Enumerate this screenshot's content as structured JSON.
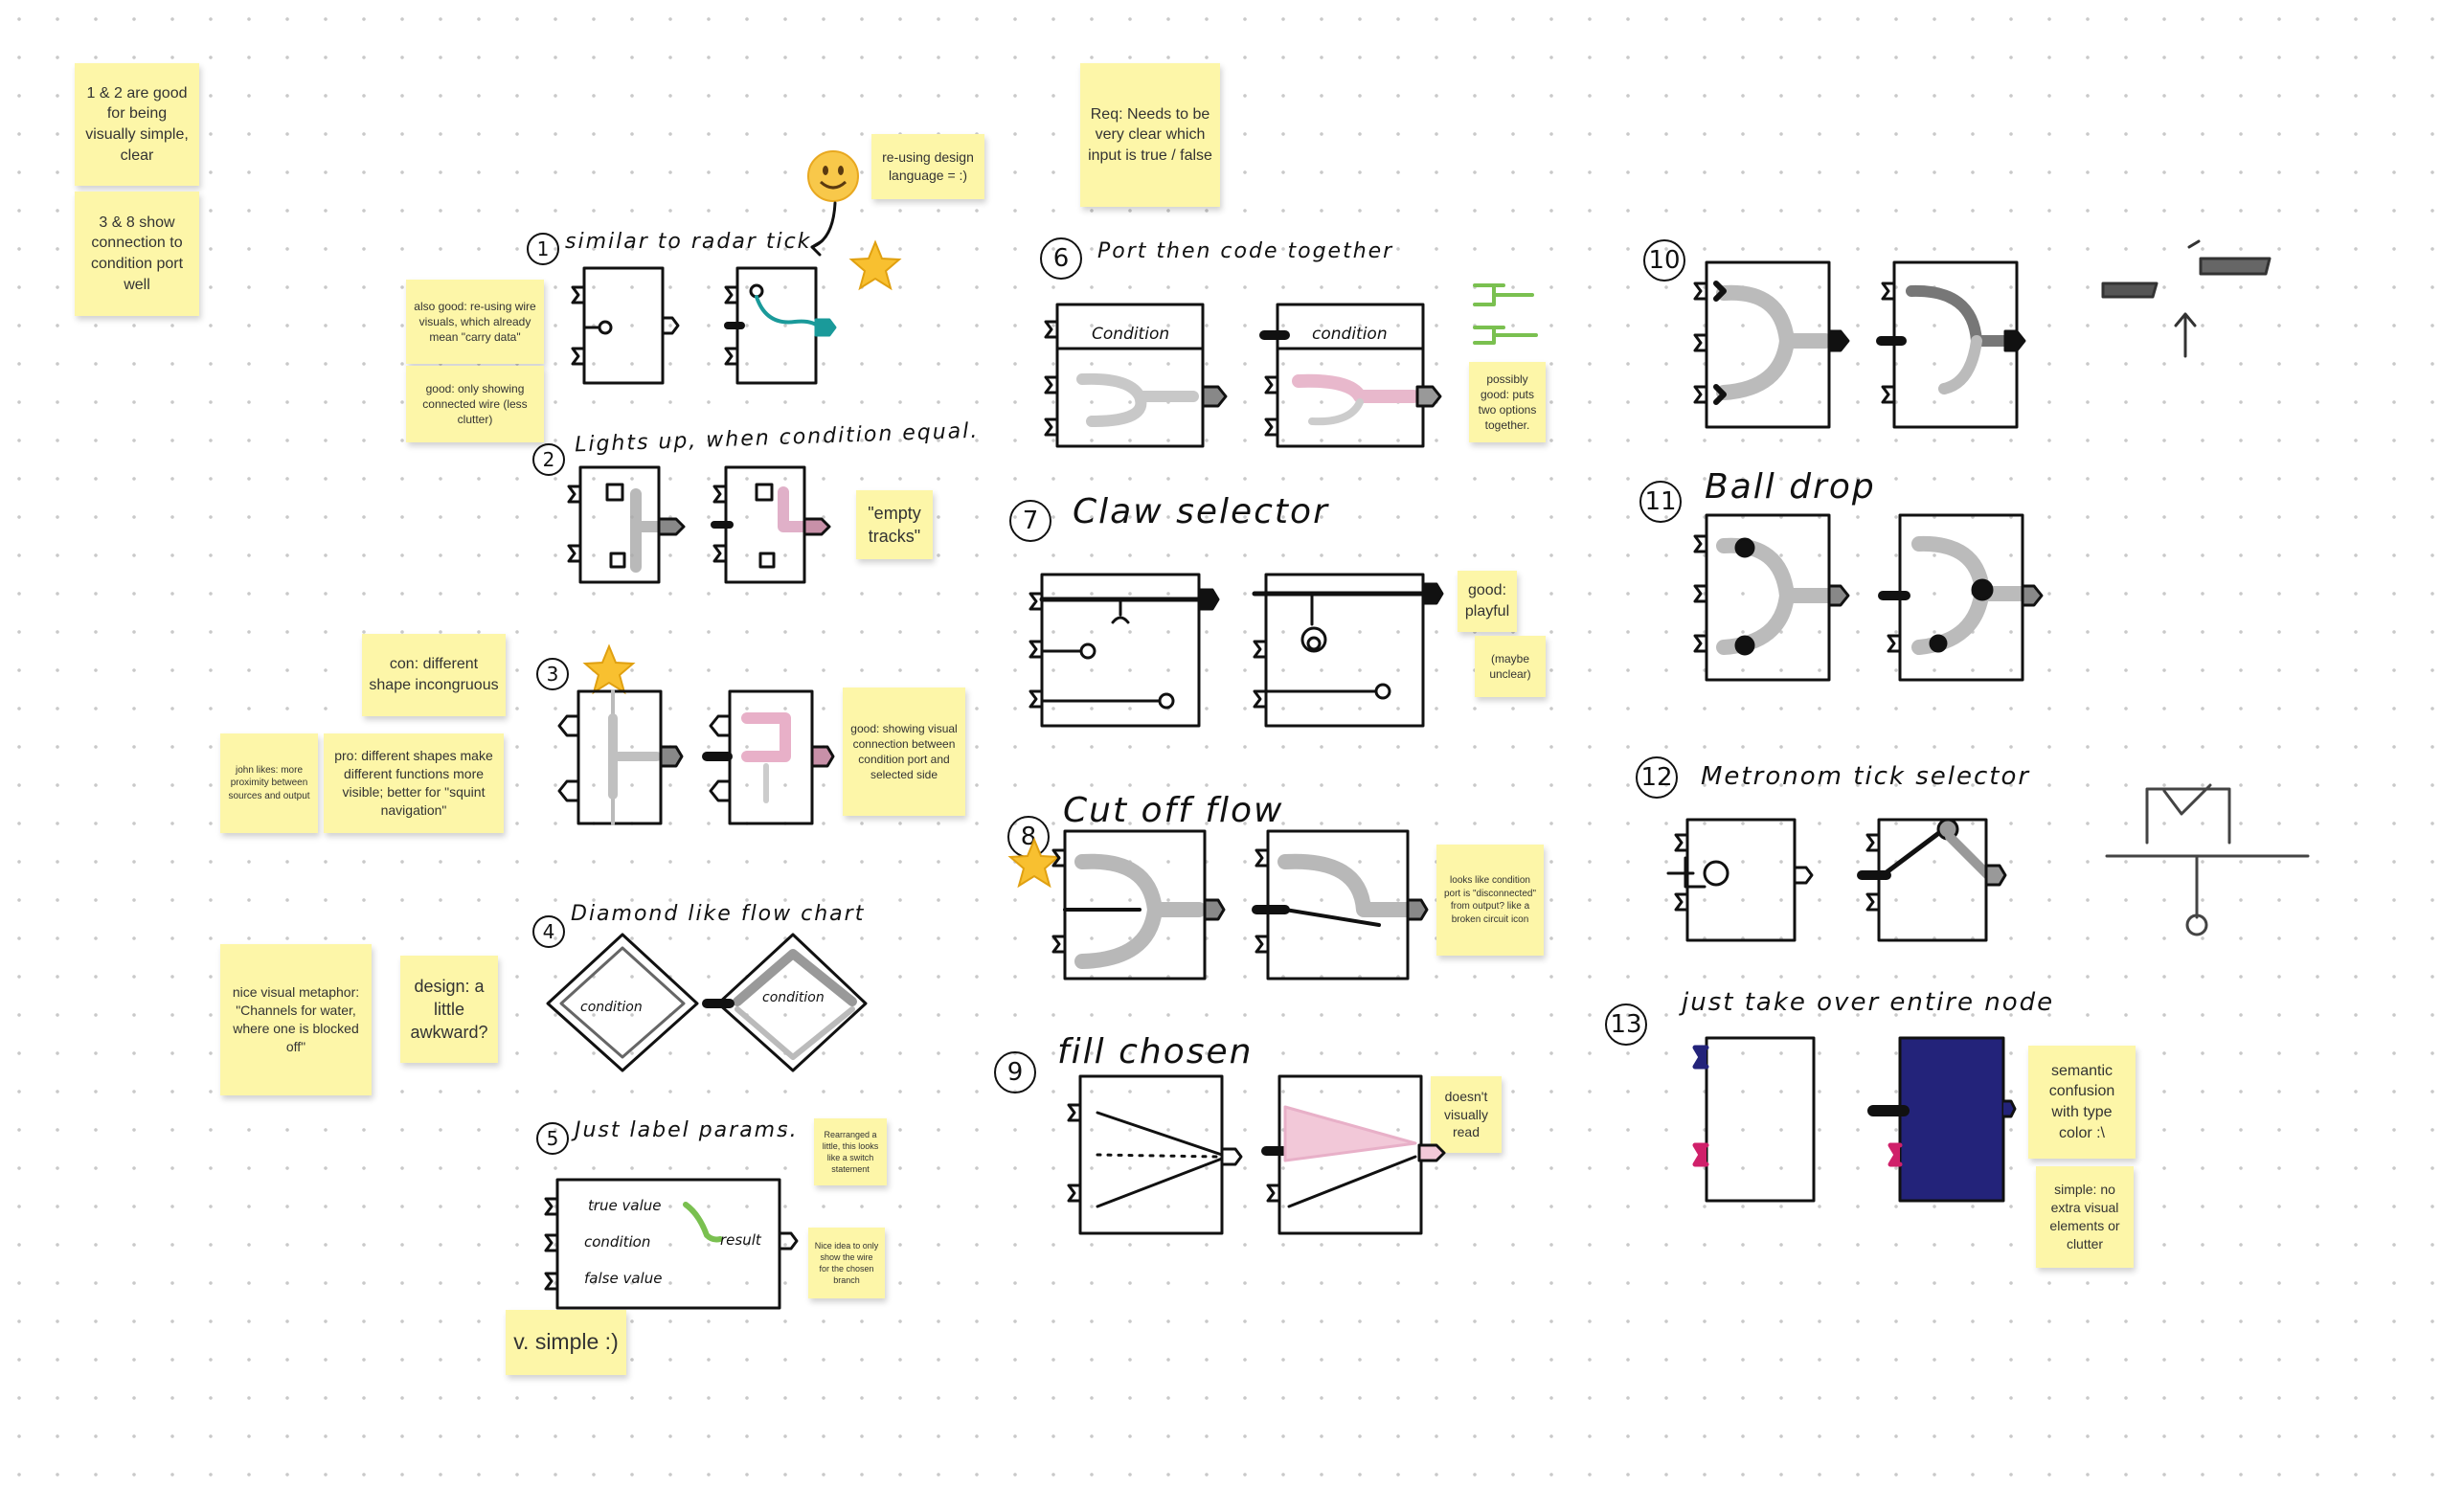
{
  "notes": {
    "n1": "1 & 2 are good for being visually simple, clear",
    "n2": "3 & 8 show connection to condition port well",
    "n3": "re-using design language = :)",
    "n4": "Req: Needs to be very clear which input is true / false",
    "n5": "also good: re-using wire visuals, which already  mean \"carry data\"",
    "n6": "good: only showing connected wire (less clutter)",
    "n7": "\"empty tracks\"",
    "n8": "con: different shape incongruous",
    "n9": "john likes: more proximity between sources and output",
    "n10": "pro: different shapes make different functions more visible; better for \"squint navigation\"",
    "n11": "good: showing visual connection between condition port and selected side",
    "n12": "nice visual metaphor: \"Channels for water, where one is blocked off\"",
    "n13": "design: a little awkward?",
    "n14": "Rearranged a little, this looks like a switch statement",
    "n15": "Nice idea to only show the wire for the chosen branch",
    "n16": "v. simple :)",
    "n17": "possibly good: puts two options together.",
    "n18": "good: playful",
    "n19": "(maybe unclear)",
    "n20": "looks like condition port is \"disconnected\" from output? like a broken circuit icon",
    "n21": "doesn't visually read",
    "n22": "semantic confusion with type color :\\",
    "n23": "simple: no extra visual elements or clutter"
  },
  "titles": {
    "t1": "similar to radar tick",
    "t2": "Lights up, when condition equal.",
    "t4": "Diamond like flow chart",
    "t5": "Just label params.",
    "t6": "Port then code together",
    "t7": "Claw selector",
    "t8": "Cut off flow",
    "t9": "fill chosen",
    "t11": "Ball drop",
    "t12": "Metronom tick selector",
    "t13": "just take over entire node"
  },
  "numbers": {
    "n1": "1",
    "n2": "2",
    "n3": "3",
    "n4": "4",
    "n5": "5",
    "n6": "6",
    "n7": "7",
    "n8": "8",
    "n9": "9",
    "n10": "10",
    "n11": "11",
    "n12": "12",
    "n13": "13"
  },
  "sketch_labels": {
    "condition_a": "condition",
    "condition_b": "condition",
    "condition_c": "Condition",
    "condition_d": "condition",
    "true_value": "true value",
    "condition_param": "condition",
    "false_value": "false value",
    "result": "result"
  },
  "icons": {
    "smiley": "smiley-emoji",
    "star": "star-emoji"
  },
  "colors": {
    "sticky": "#fdf6a8",
    "ink": "#111111",
    "teal": "#1a9a9a",
    "pink": "#e8a8c8",
    "green": "#6ac04a",
    "navy": "#23237a",
    "magenta": "#d0206a",
    "gray": "#9a9a9a"
  }
}
